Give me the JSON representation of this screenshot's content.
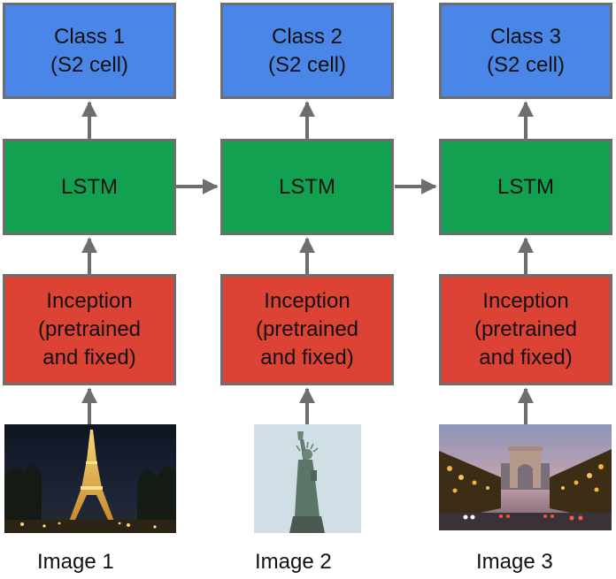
{
  "columns": [
    {
      "class_line1": "Class 1",
      "class_line2": "(S2 cell)",
      "lstm": "LSTM",
      "inception_line1": "Inception",
      "inception_line2": "(pretrained",
      "inception_line3": "and fixed)",
      "image_label": "Image 1"
    },
    {
      "class_line1": "Class 2",
      "class_line2": "(S2 cell)",
      "lstm": "LSTM",
      "inception_line1": "Inception",
      "inception_line2": "(pretrained",
      "inception_line3": "and fixed)",
      "image_label": "Image 2"
    },
    {
      "class_line1": "Class 3",
      "class_line2": "(S2 cell)",
      "lstm": "LSTM",
      "inception_line1": "Inception",
      "inception_line2": "(pretrained",
      "inception_line3": "and fixed)",
      "image_label": "Image 3"
    }
  ],
  "colors": {
    "class_box": "#4a86e8",
    "lstm_box": "#11a151",
    "inception_box": "#dc4334",
    "border": "#6e6e6e",
    "arrow": "#6e6e6e"
  },
  "images": [
    "eiffel-tower-at-night-photo",
    "statue-of-liberty-photo",
    "arc-de-triomphe-champs-elysees-photo"
  ]
}
